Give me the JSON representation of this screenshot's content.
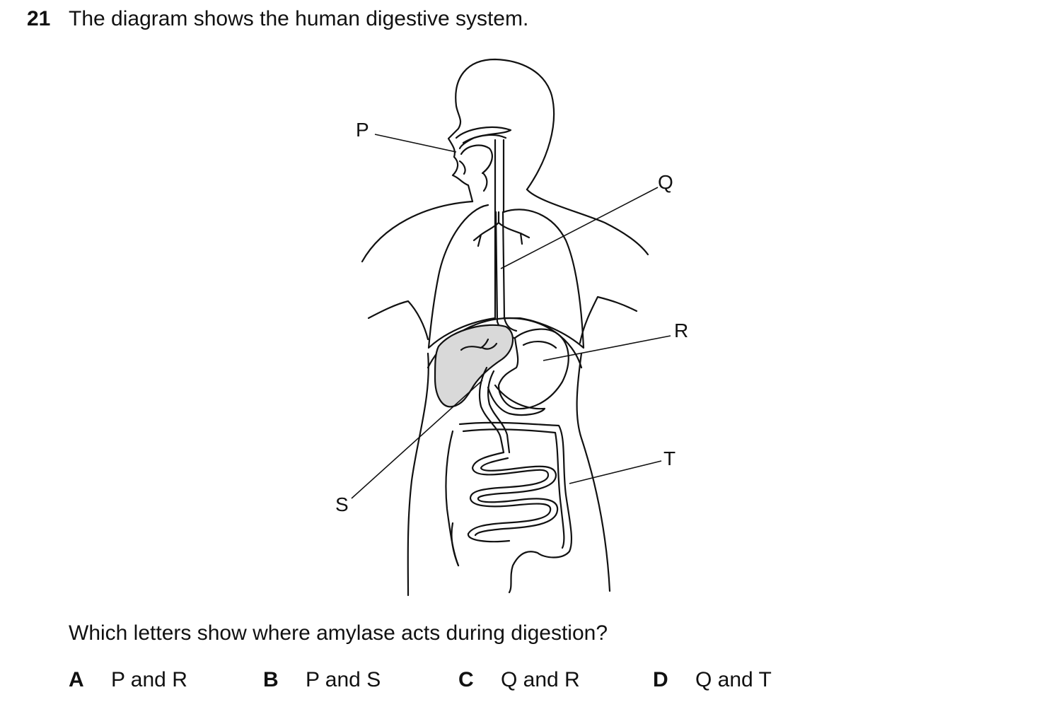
{
  "question": {
    "number": "21",
    "stem": "The diagram shows the human digestive system.",
    "prompt": "Which letters show where amylase acts during digestion?"
  },
  "diagram": {
    "labels": {
      "p": "P",
      "q": "Q",
      "r": "R",
      "s": "S",
      "t": "T"
    }
  },
  "options": [
    {
      "letter": "A",
      "text": "P and R"
    },
    {
      "letter": "B",
      "text": "P and S"
    },
    {
      "letter": "C",
      "text": "Q and R"
    },
    {
      "letter": "D",
      "text": "Q and T"
    }
  ]
}
